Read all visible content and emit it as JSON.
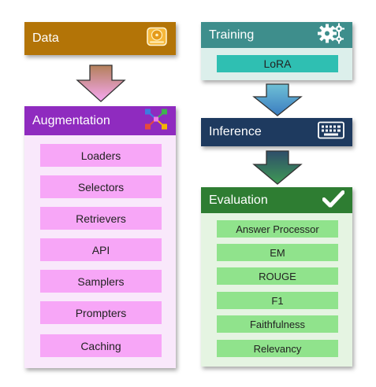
{
  "data_box": {
    "title": "Data",
    "icon": "hard-drive-icon",
    "color": "#b37407"
  },
  "training": {
    "title": "Training",
    "icon": "gears-icon",
    "color": "#3e8e8c",
    "body_color": "#dcefeb",
    "items": [
      "LoRA"
    ],
    "item_color": "#2fbfb2"
  },
  "augmentation": {
    "title": "Augmentation",
    "icon": "network-nodes-icon",
    "color": "#8f2bbf",
    "body_color": "#f9e8fb",
    "item_color": "#f7a6f7",
    "items": [
      "Loaders",
      "Selectors",
      "Retrievers",
      "API",
      "Samplers",
      "Prompters",
      "Caching"
    ]
  },
  "inference": {
    "title": "Inference",
    "icon": "keyboard-icon",
    "color": "#1e3a5f"
  },
  "evaluation": {
    "title": "Evaluation",
    "icon": "checkmark-icon",
    "color": "#2e7d32",
    "body_color": "#e5f4e2",
    "item_color": "#90e38c",
    "items": [
      "Answer Processor",
      "EM",
      "ROUGE",
      "F1",
      "Faithfulness",
      "Relevancy"
    ]
  }
}
